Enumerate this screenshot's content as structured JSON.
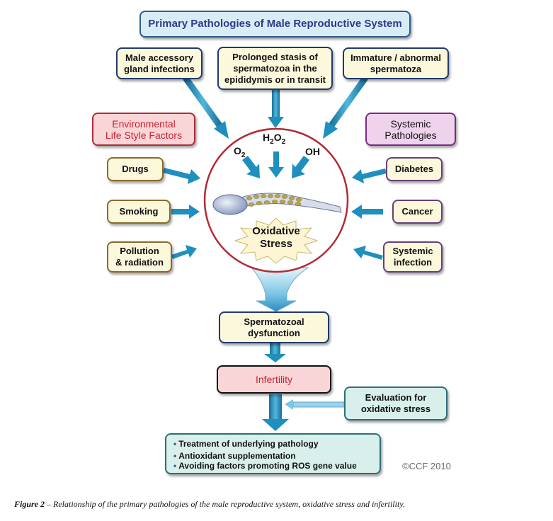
{
  "title": "Primary Pathologies of Male Reproductive System",
  "top_causes": [
    {
      "line1": "Male accessory",
      "line2": "gland infections",
      "line3": ""
    },
    {
      "line1": "Prolonged stasis of",
      "line2": "spermatozoa in the",
      "line3": "epididymis or in transit"
    },
    {
      "line1": "Immature / abnormal",
      "line2": "spermatoza",
      "line3": ""
    }
  ],
  "environmental": {
    "heading_line1": "Environmental",
    "heading_line2": "Life Style Factors",
    "items": [
      {
        "line1": "Drugs",
        "line2": ""
      },
      {
        "line1": "Smoking",
        "line2": ""
      },
      {
        "line1": "Pollution",
        "line2": "& radiation"
      }
    ]
  },
  "systemic": {
    "heading_line1": "Systemic",
    "heading_line2": "Pathologies",
    "items": [
      {
        "line1": "Diabetes",
        "line2": ""
      },
      {
        "line1": "Cancer",
        "line2": ""
      },
      {
        "line1": "Systemic",
        "line2": "infection"
      }
    ]
  },
  "molecules": {
    "o2_base": "O",
    "o2_sub": "2",
    "h2o2_a": "H",
    "h2o2_sub1": "2",
    "h2o2_b": "O",
    "h2o2_sub2": "2",
    "oh": "OH"
  },
  "oxidative_stress": {
    "line1": "Oxidative",
    "line2": "Stress"
  },
  "dysfunction": {
    "line1": "Spermatozoal",
    "line2": "dysfunction"
  },
  "infertility": "Infertility",
  "evaluation": {
    "line1": "Evaluation for",
    "line2": "oxidative stress"
  },
  "treatments": [
    "Treatment of underlying pathology",
    "Antioxidant supplementation",
    "Avoiding factors promoting ROS gene value"
  ],
  "copyright": "©CCF 2010",
  "caption": {
    "label": "Figure 2",
    "text": " – Relationship of the primary pathologies of the male reproductive system, oxidative stress and infertility."
  },
  "colors": {
    "arrow": "#1f8fc0",
    "circle_border": "#b02b36",
    "title_text": "#2b3b8e",
    "infertility_text": "#c8242f"
  }
}
